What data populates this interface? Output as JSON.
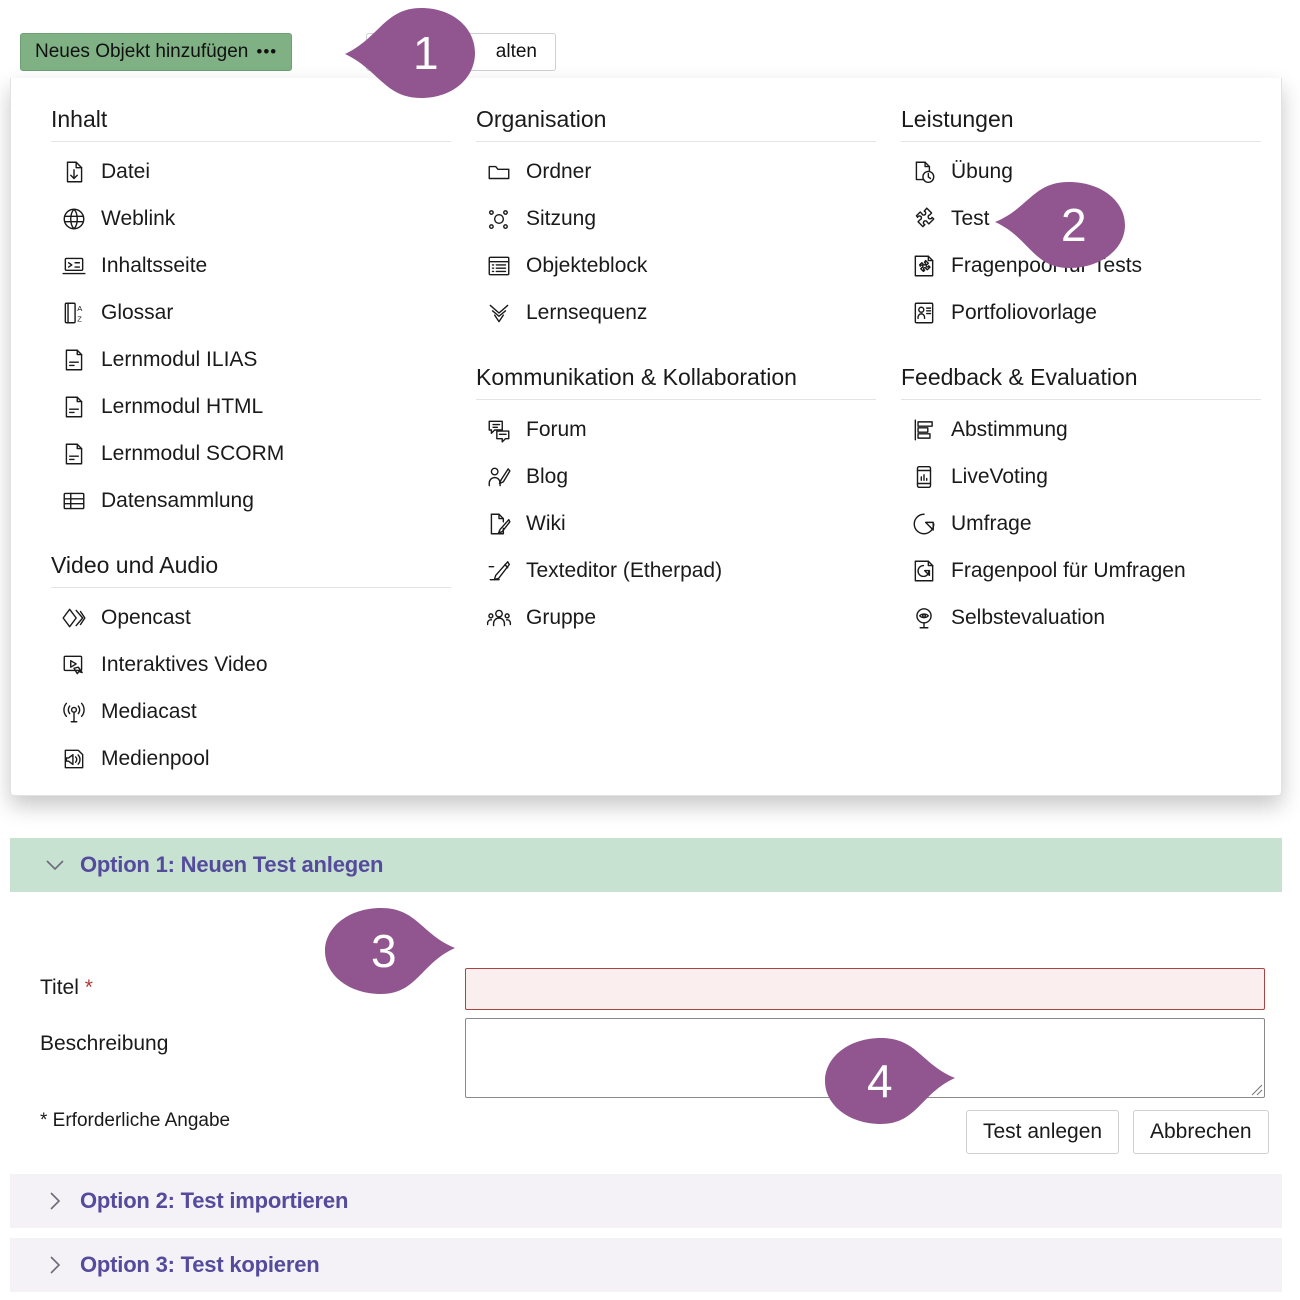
{
  "toolbar": {
    "add_button_label": "Neues Objekt hinzufügen",
    "add_button_dots": "•••",
    "manage_button_label": "alten"
  },
  "dropdown": {
    "columns": [
      {
        "name": "column-content",
        "groups": [
          {
            "title": "Inhalt",
            "items": [
              {
                "label": "Datei",
                "icon": "file-download-icon"
              },
              {
                "label": "Weblink",
                "icon": "globe-link-icon"
              },
              {
                "label": "Inhaltsseite",
                "icon": "content-page-icon"
              },
              {
                "label": "Glossar",
                "icon": "glossary-az-icon"
              },
              {
                "label": "Lernmodul ILIAS",
                "icon": "learning-module-icon"
              },
              {
                "label": "Lernmodul HTML",
                "icon": "learning-module-icon"
              },
              {
                "label": "Lernmodul SCORM",
                "icon": "learning-module-icon"
              },
              {
                "label": "Datensammlung",
                "icon": "table-grid-icon"
              }
            ]
          },
          {
            "title": "Video und Audio",
            "items": [
              {
                "label": "Opencast",
                "icon": "opencast-chevrons-icon"
              },
              {
                "label": "Interaktives Video",
                "icon": "interactive-video-icon"
              },
              {
                "label": "Mediacast",
                "icon": "broadcast-antenna-icon"
              },
              {
                "label": "Medienpool",
                "icon": "speaker-sound-icon"
              }
            ]
          }
        ]
      },
      {
        "name": "column-organisation",
        "groups": [
          {
            "title": "Organisation",
            "items": [
              {
                "label": "Ordner",
                "icon": "folder-icon"
              },
              {
                "label": "Sitzung",
                "icon": "session-nodes-icon"
              },
              {
                "label": "Objekteblock",
                "icon": "object-block-list-icon"
              },
              {
                "label": "Lernsequenz",
                "icon": "learning-sequence-chevrons-icon"
              }
            ]
          },
          {
            "title": "Kommunikation & Kollaboration",
            "items": [
              {
                "label": "Forum",
                "icon": "forum-speech-bubbles-icon"
              },
              {
                "label": "Blog",
                "icon": "blog-person-pencil-icon"
              },
              {
                "label": "Wiki",
                "icon": "wiki-page-pencil-icon"
              },
              {
                "label": "Texteditor (Etherpad)",
                "icon": "etherpad-pencil-icon"
              },
              {
                "label": "Gruppe",
                "icon": "group-people-icon"
              }
            ]
          }
        ]
      },
      {
        "name": "column-services",
        "groups": [
          {
            "title": "Leistungen",
            "items": [
              {
                "label": "Übung",
                "icon": "exercise-clock-icon"
              },
              {
                "label": "Test",
                "icon": "test-puzzle-icon"
              },
              {
                "label": "Fragenpool für Tests",
                "icon": "question-pool-test-icon"
              },
              {
                "label": "Portfoliovorlage",
                "icon": "portfolio-template-icon"
              }
            ]
          },
          {
            "title": "Feedback & Evaluation",
            "items": [
              {
                "label": "Abstimmung",
                "icon": "poll-bars-icon"
              },
              {
                "label": "LiveVoting",
                "icon": "live-voting-phone-icon"
              },
              {
                "label": "Umfrage",
                "icon": "survey-pie-icon"
              },
              {
                "label": "Fragenpool für Umfragen",
                "icon": "question-pool-survey-icon"
              },
              {
                "label": "Selbstevaluation",
                "icon": "self-evaluation-eye-icon"
              }
            ]
          }
        ]
      }
    ]
  },
  "form": {
    "option1_title": "Option 1: Neuen Test anlegen",
    "option2_title": "Option 2: Test importieren",
    "option3_title": "Option 3: Test kopieren",
    "label_title": "Titel",
    "required_mark": "*",
    "label_description": "Beschreibung",
    "required_note": "* Erforderliche Angabe",
    "title_value": "",
    "title_placeholder": "",
    "description_value": "",
    "description_placeholder": "",
    "submit_label": "Test anlegen",
    "cancel_label": "Abbrechen"
  },
  "markers": [
    {
      "number": "1",
      "target": "add-object-button"
    },
    {
      "number": "2",
      "target": "menu-item-test"
    },
    {
      "number": "3",
      "target": "title-input"
    },
    {
      "number": "4",
      "target": "submit-button"
    }
  ],
  "colors": {
    "accent_purple": "#91568f",
    "green_button": "#7fb185",
    "green_panel": "#c8e2d2",
    "link_purple": "#554b9c",
    "error_red": "#a94442",
    "error_bg": "#fbeeee",
    "closed_panel": "#f4f2f6"
  }
}
